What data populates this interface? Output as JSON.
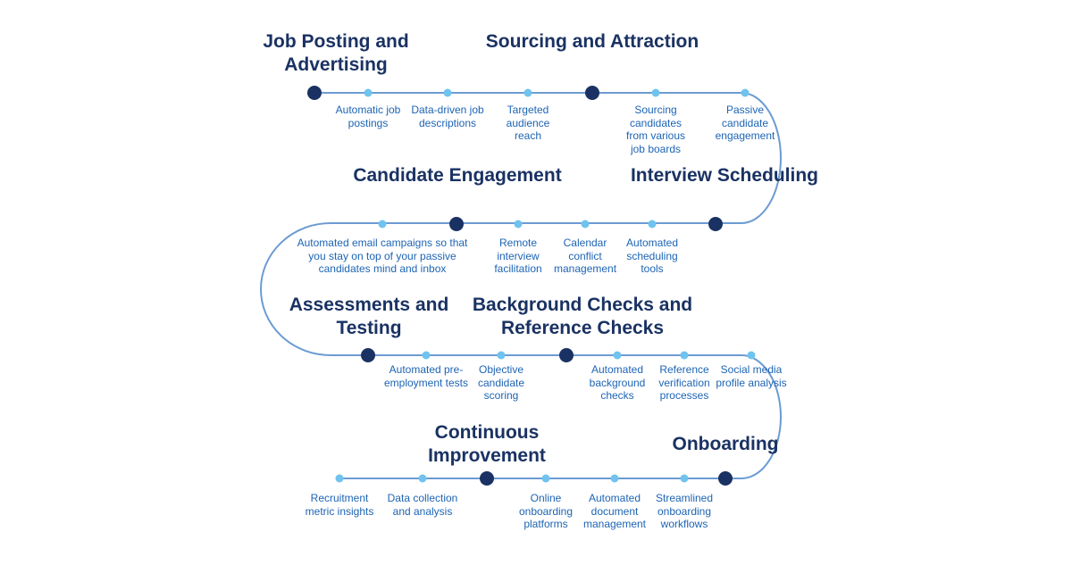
{
  "colors": {
    "stage_title": "#1a3263",
    "step_label": "#1d64b4",
    "path_line": "#6c9bd2",
    "major_dot": "#1a3263",
    "minor_dot": "#6fc3ee"
  },
  "stages": [
    {
      "title": "Job Posting and Advertising",
      "steps": [
        "Automatic job postings",
        "Data-driven job descriptions",
        "Targeted audience reach"
      ]
    },
    {
      "title": "Sourcing and Attraction",
      "steps": [
        "Sourcing candidates from various job boards",
        "Passive candidate engagement"
      ]
    },
    {
      "title": "Interview Scheduling",
      "steps": [
        "Automated scheduling tools",
        "Calendar conflict management",
        "Remote interview facilitation"
      ]
    },
    {
      "title": "Candidate Engagement",
      "steps": [
        "Automated email campaigns so that you stay on top of your passive candidates mind and inbox"
      ]
    },
    {
      "title": "Assessments and Testing",
      "steps": [
        "Automated pre-employment tests",
        "Objective candidate scoring"
      ]
    },
    {
      "title": "Background Checks and Reference Checks",
      "steps": [
        "Automated background checks",
        "Reference verification processes",
        "Social media profile analysis"
      ]
    },
    {
      "title": "Onboarding",
      "steps": [
        "Streamlined onboarding workflows",
        "Automated document management",
        "Online onboarding platforms"
      ]
    },
    {
      "title": "Continuous Improvement",
      "steps": [
        "Data collection and analysis",
        "Recruitment metric insights"
      ]
    }
  ]
}
